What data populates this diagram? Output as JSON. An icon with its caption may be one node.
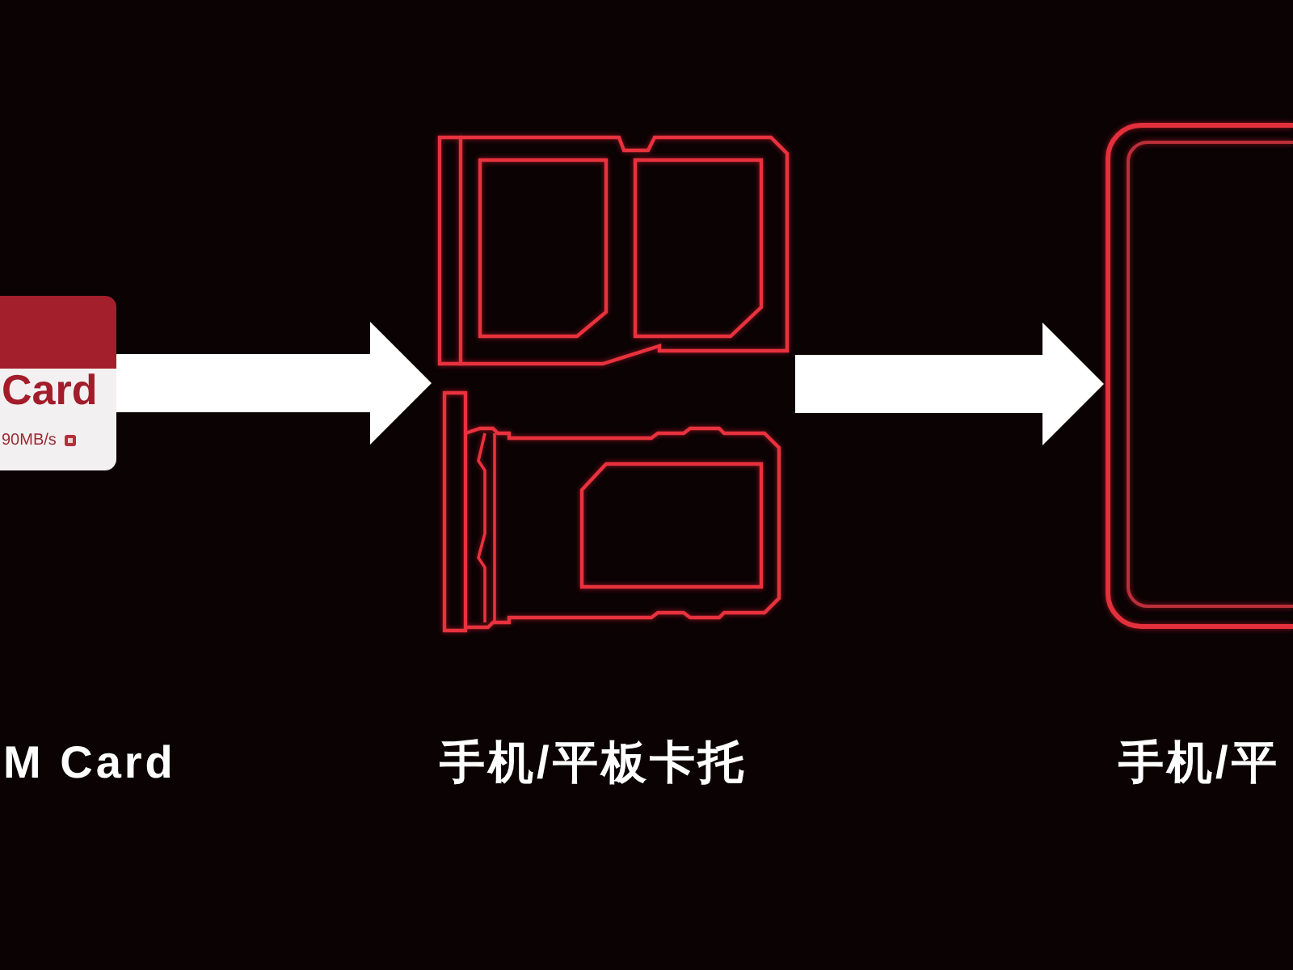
{
  "diagram": {
    "nodes": [
      {
        "text": [
          "Card",
          "90MB/s"
        ]
      },
      {
        "text": [],
        "shape": "picture"
      },
      {
        "text": [],
        "shape": "picture"
      }
    ],
    "edges": [
      {
        "from": 0,
        "to": 1,
        "arrow": "to"
      },
      {
        "from": 1,
        "to": 2,
        "arrow": "to"
      }
    ],
    "labels": [
      "M Card",
      "手机/平板卡托",
      "手机/平"
    ]
  }
}
